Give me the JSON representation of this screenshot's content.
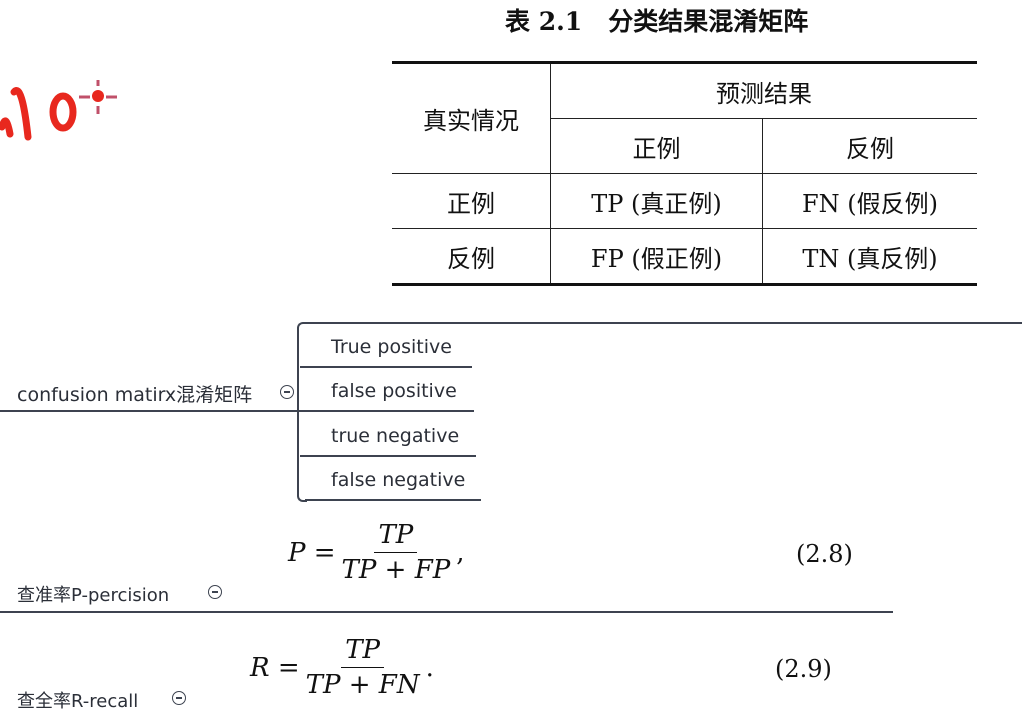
{
  "annotation": {
    "text": "10",
    "color": "#e8281e"
  },
  "table": {
    "title": "表 2.1   分类结果混淆矩阵",
    "header_actual": "真实情况",
    "header_predicted": "预测结果",
    "col_positive": "正例",
    "col_negative": "反例",
    "rows": [
      {
        "label": "正例",
        "cells": [
          "TP (真正例)",
          "FN (假反例)"
        ]
      },
      {
        "label": "反例",
        "cells": [
          "FP (假正例)",
          "TN (真反例)"
        ]
      }
    ]
  },
  "mindmap": {
    "topic": "confusion matirx混淆矩阵",
    "children": [
      "True positive",
      "false positive",
      "true negative",
      "false negative"
    ],
    "precision_topic": "查准率P-percision",
    "recall_topic": "查全率R-recall"
  },
  "formulas": {
    "precision": {
      "lhs": "P =",
      "num": "TP",
      "den": "TP + FP",
      "punct": ",",
      "eqno": "(2.8)"
    },
    "recall": {
      "lhs": "R =",
      "num": "TP",
      "den": "TP + FN",
      "punct": ".",
      "eqno": "(2.9)"
    }
  }
}
